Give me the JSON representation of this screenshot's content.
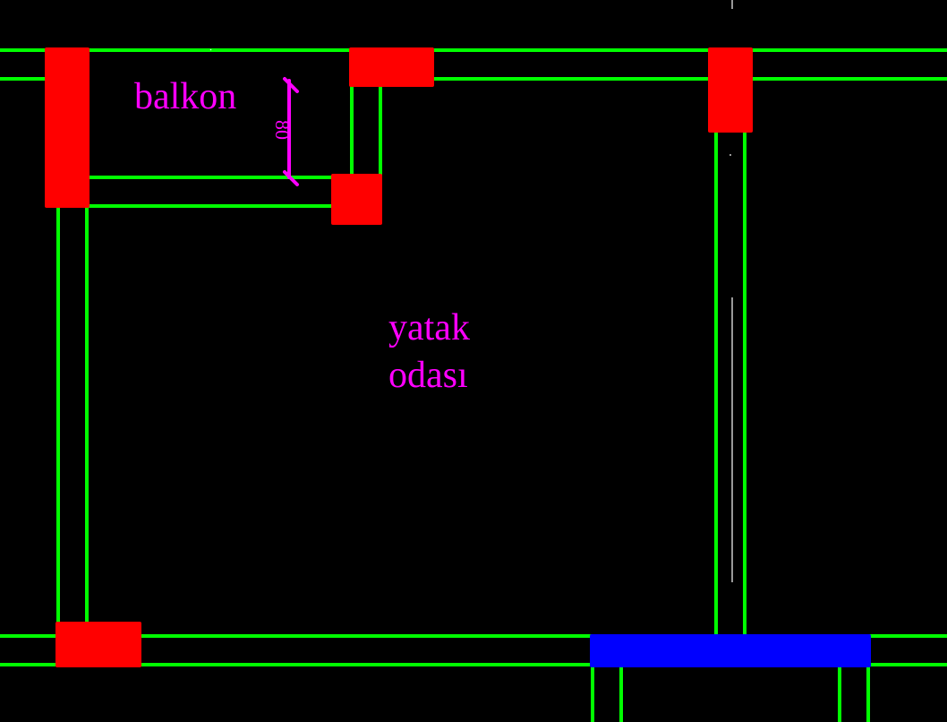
{
  "colors": {
    "background": "#000000",
    "wall": "#00ff00",
    "column": "#ff0000",
    "beam": "#0000ff",
    "label": "#ff00ff",
    "guide": "#ffffff"
  },
  "plan": {
    "rooms": [
      {
        "id": "balkon",
        "label": "balkon"
      },
      {
        "id": "yatak-odasi",
        "label_line1": "yatak",
        "label_line2": "odası"
      }
    ],
    "dimension": {
      "value": "80"
    }
  }
}
